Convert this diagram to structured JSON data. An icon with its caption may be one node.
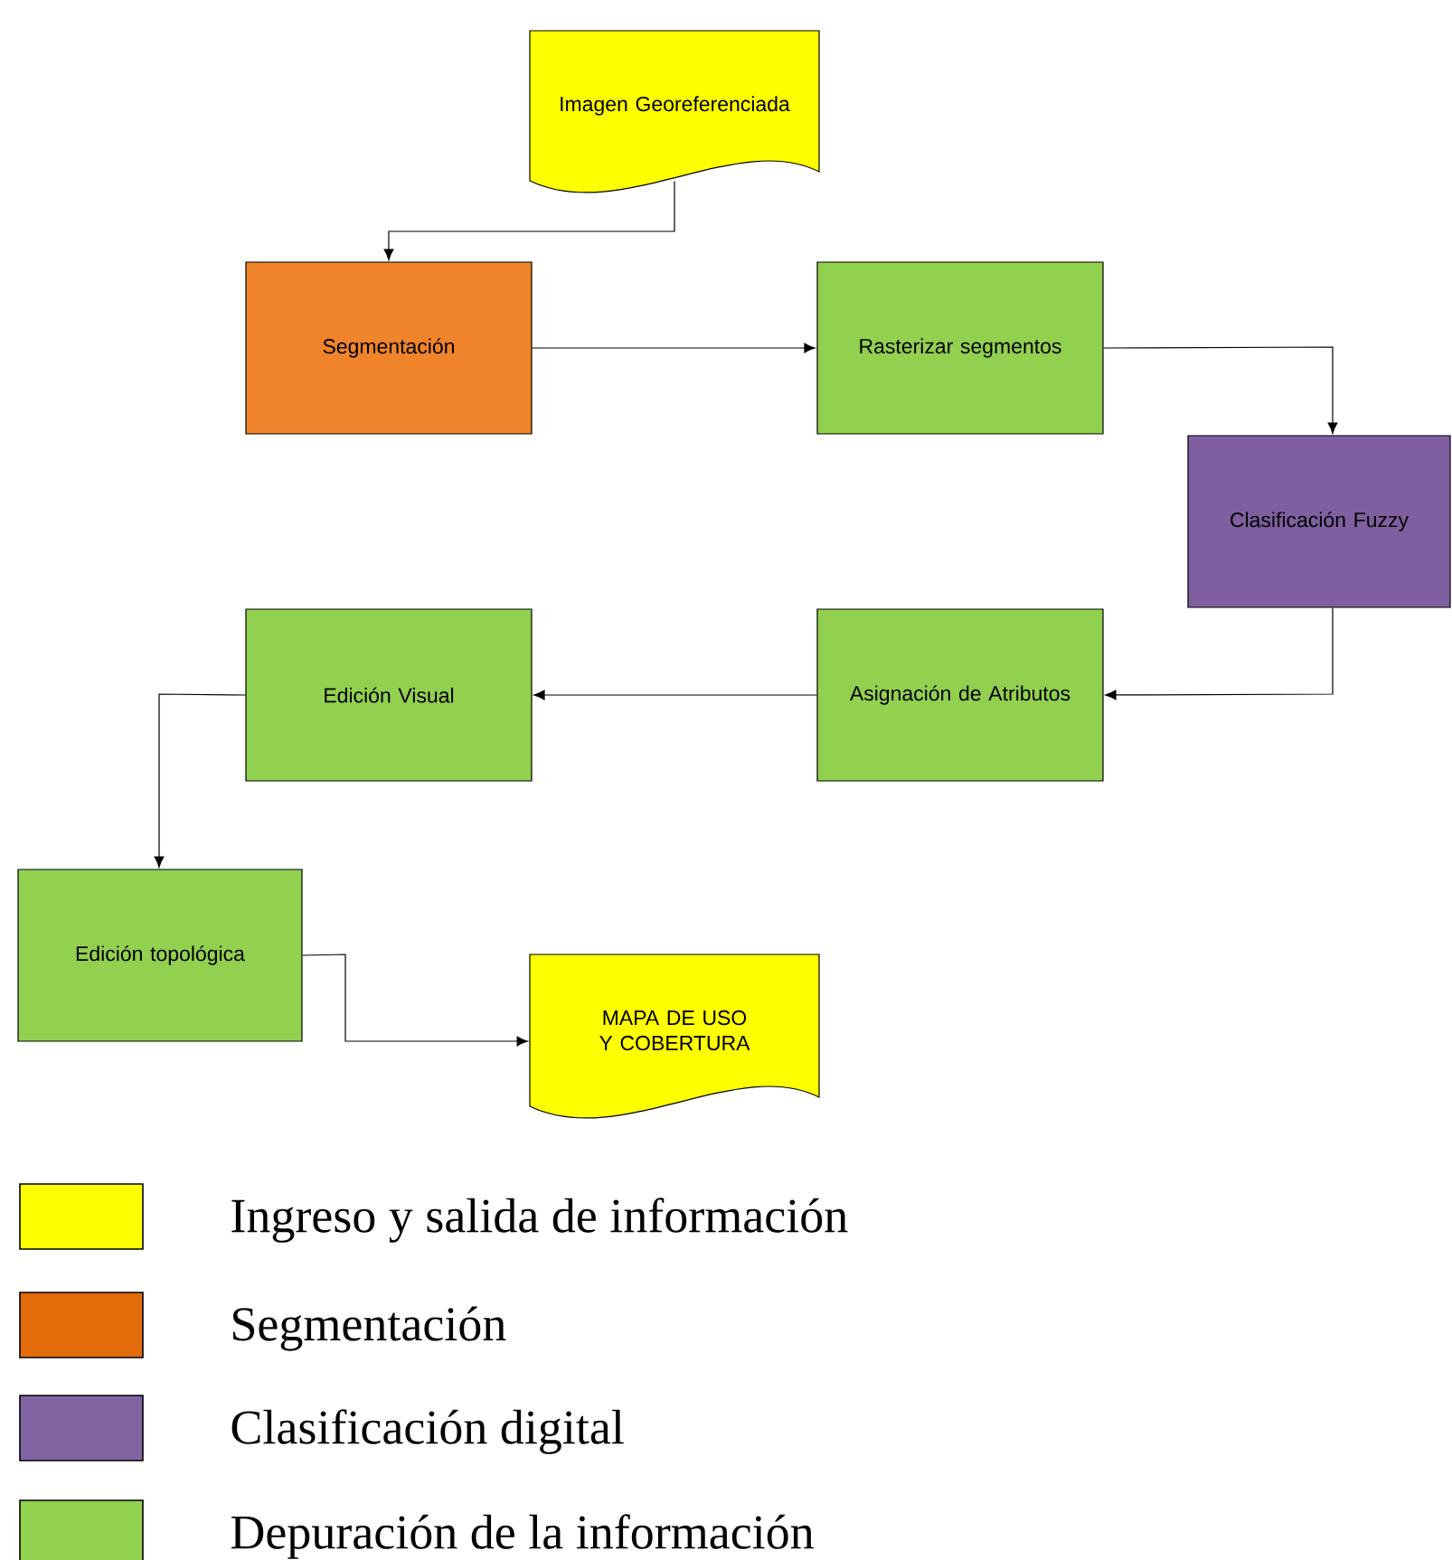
{
  "diagram": {
    "nodes": [
      {
        "text": [
          "Imagen Georeferenciada"
        ]
      },
      {
        "text": [
          "Segmentación"
        ]
      },
      {
        "text": [
          "Rasterizar segmentos"
        ]
      },
      {
        "text": [
          "Clasificación Fuzzy"
        ]
      },
      {
        "text": [
          "Asignación de Atributos"
        ]
      },
      {
        "text": [
          "Edición Visual"
        ]
      },
      {
        "text": [
          "Edición topológica"
        ]
      },
      {
        "text": [
          "MAPA DE USO Y COBERTURA"
        ]
      }
    ],
    "edges": [
      {
        "from": 0,
        "to": 1,
        "arrow": "to"
      },
      {
        "from": 1,
        "to": 2,
        "arrow": "to"
      },
      {
        "from": 2,
        "to": 3,
        "arrow": "to"
      },
      {
        "from": 3,
        "to": 4,
        "arrow": "to"
      },
      {
        "from": 4,
        "to": 5,
        "arrow": "to"
      },
      {
        "from": 5,
        "to": 6,
        "arrow": "to"
      },
      {
        "from": 6,
        "to": 7,
        "arrow": "to"
      }
    ],
    "legend": [
      {
        "text": "Ingreso y salida de información",
        "color": "#ffff00"
      },
      {
        "text": "Segmentación",
        "color": "#e36c0a"
      },
      {
        "text": "Clasificación digital",
        "color": "#8064a2"
      },
      {
        "text": "Depuración de la información",
        "color": "#92d050"
      }
    ]
  }
}
